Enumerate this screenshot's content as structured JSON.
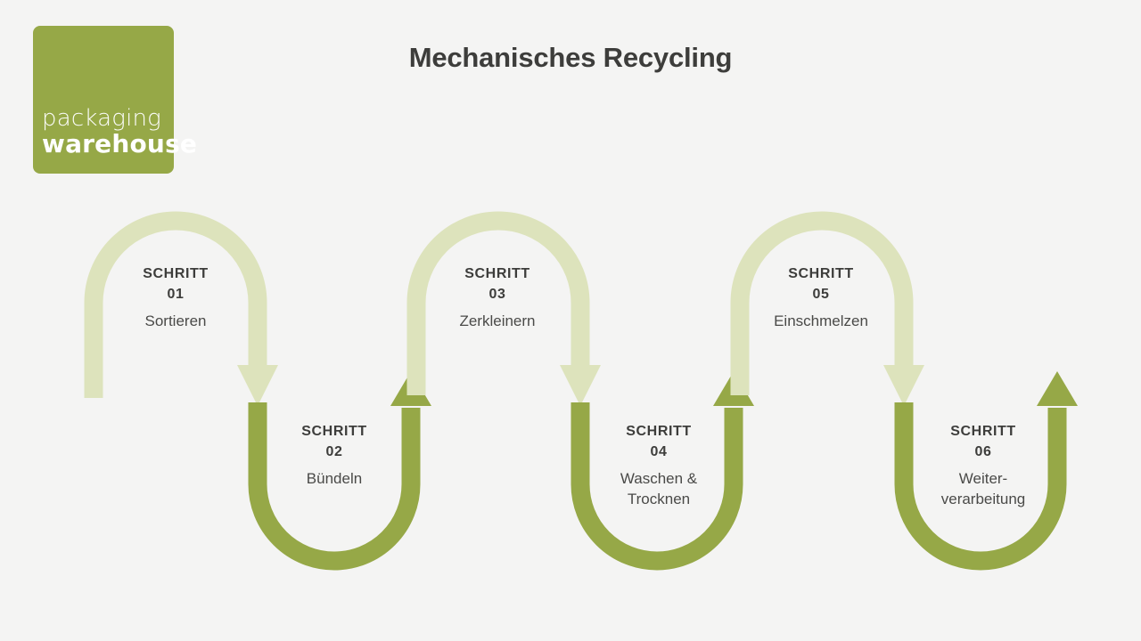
{
  "page": {
    "background_color": "#f4f4f3",
    "title": "Mechanisches Recycling"
  },
  "logo": {
    "name": "packaging-warehouse-logo",
    "line1": "packaging",
    "line2": "warehouse",
    "background_color": "#96a847",
    "text_color": "#ffffff"
  },
  "colors": {
    "light_green": "#dde3bc",
    "dark_green": "#96a847",
    "text_dark": "#3d3d3b",
    "background": "#f4f4f3"
  },
  "flow": {
    "type": "serpentine-process-arrows",
    "step_label_prefix": "SCHRITT",
    "steps": [
      {
        "number": "01",
        "label": "SCHRITT",
        "name": "Sortieren",
        "name_line2": "",
        "position": "top",
        "color": "#dde3bc"
      },
      {
        "number": "02",
        "label": "SCHRITT",
        "name": "Bündeln",
        "name_line2": "",
        "position": "bottom",
        "color": "#96a847"
      },
      {
        "number": "03",
        "label": "SCHRITT",
        "name": "Zerkleinern",
        "name_line2": "",
        "position": "top",
        "color": "#dde3bc"
      },
      {
        "number": "04",
        "label": "SCHRITT",
        "name": "Waschen &",
        "name_line2": "Trocknen",
        "position": "bottom",
        "color": "#96a847"
      },
      {
        "number": "05",
        "label": "SCHRITT",
        "name": "Einschmelzen",
        "name_line2": "",
        "position": "top",
        "color": "#dde3bc"
      },
      {
        "number": "06",
        "label": "SCHRITT",
        "name": "Weiter-",
        "name_line2": "verarbeitung",
        "position": "bottom",
        "color": "#96a847"
      }
    ]
  }
}
